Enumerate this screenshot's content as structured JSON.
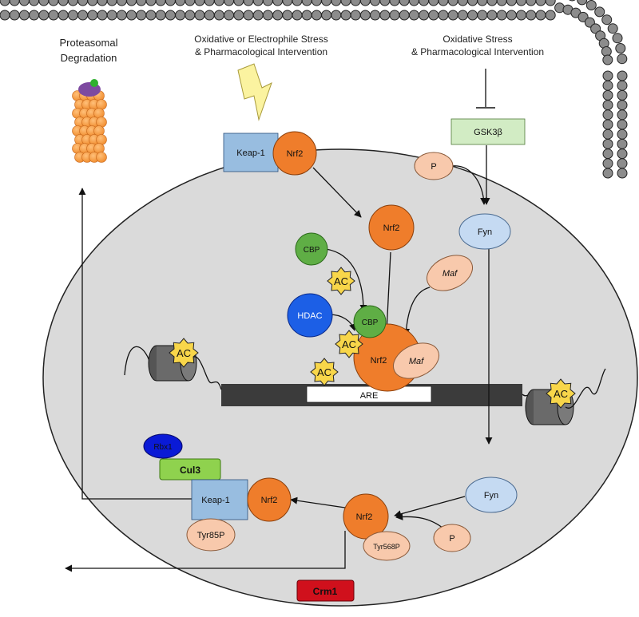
{
  "header": {
    "proteasome_label_1": "Proteasomal",
    "proteasome_label_2": "Degradation",
    "stress_label_1": "Oxidative or Electrophile Stress",
    "stress_label_2": "& Pharmacological Intervention",
    "stress2_label_1": "Oxidative Stress",
    "stress2_label_2": "& Pharmacological Intervention"
  },
  "nodes": {
    "keap1_top": "Keap-1",
    "nrf2_top": "Nrf2",
    "gsk3b": "GSK3β",
    "p_top": "P",
    "fyn_top": "Fyn",
    "nrf2_nuclear": "Nrf2",
    "cbp_left": "CBP",
    "ac_1": "AC",
    "maf_top": "Maf",
    "hdac": "HDAC",
    "cbp_bound": "CBP",
    "ac_2": "AC",
    "ac_3": "AC",
    "nrf2_bound": "Nrf2",
    "maf_bound": "Maf",
    "ac_histone_left": "AC",
    "ac_histone_right": "AC",
    "are": "ARE",
    "rbx1": "Rbx1",
    "cul3": "Cul3",
    "keap1_bottom": "Keap-1",
    "nrf2_bottom": "Nrf2",
    "tyr85p": "Tyr85P",
    "nrf2_exit": "Nrf2",
    "tyr568p": "Tyr568P",
    "fyn_bottom": "Fyn",
    "p_bottom": "P",
    "crm1": "Crm1"
  },
  "colors": {
    "nrf2": "#ef7d2b",
    "maf": "#f8c9ac",
    "keap1": "#98bde0",
    "gsk3b": "#d2ecc4",
    "fyn": "#c5daf2",
    "cbp": "#5fae45",
    "hdac": "#1c5fe6",
    "ac": "#f8d64a",
    "rbx1": "#0a1ad6",
    "cul3": "#8fd24e",
    "crm1": "#d0101c",
    "nucleus": "#dadada",
    "dna": "#3b3b3b"
  }
}
